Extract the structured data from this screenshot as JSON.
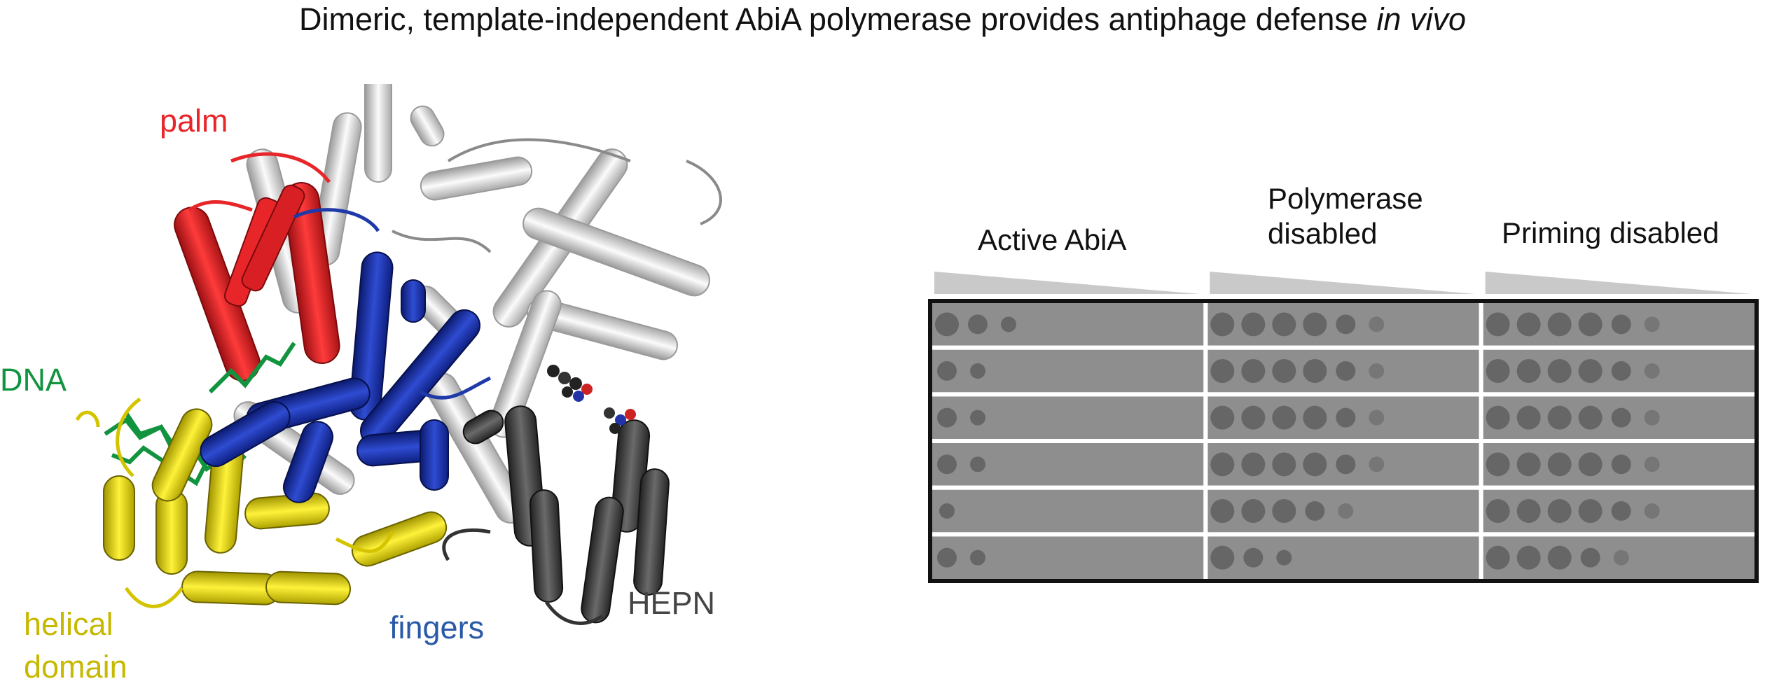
{
  "title": {
    "main": "Dimeric, template-independent AbiA polymerase provides antiphage defense ",
    "italic": "in vivo"
  },
  "structure": {
    "labels": {
      "palm": "palm",
      "dna": "DNA",
      "helical_1": "helical",
      "helical_2": "domain",
      "fingers": "fingers",
      "hepn": "HEPN"
    },
    "colors": {
      "palm": "#e8262a",
      "dna": "#12933f",
      "helical": "#e6d200",
      "fingers": "#1f3aa8",
      "fingers_label": "#2a5aa7",
      "hepn": "#444444",
      "other": "#dcdcdc"
    }
  },
  "assay": {
    "groups": [
      {
        "label_lines": [
          "Active AbiA"
        ],
        "spots_per_row": [
          3,
          2,
          2,
          2,
          1,
          2
        ]
      },
      {
        "label_lines": [
          "Polymerase",
          "disabled"
        ],
        "spots_per_row": [
          6,
          6,
          6,
          6,
          5,
          3
        ]
      },
      {
        "label_lines": [
          "Priming disabled"
        ],
        "spots_per_row": [
          6,
          6,
          6,
          6,
          6,
          5
        ]
      }
    ],
    "rows": 6,
    "colors": {
      "background": "#8e8e8e",
      "spot": "#626262",
      "ramp": "#c9c9c9",
      "frame": "#111111"
    }
  }
}
